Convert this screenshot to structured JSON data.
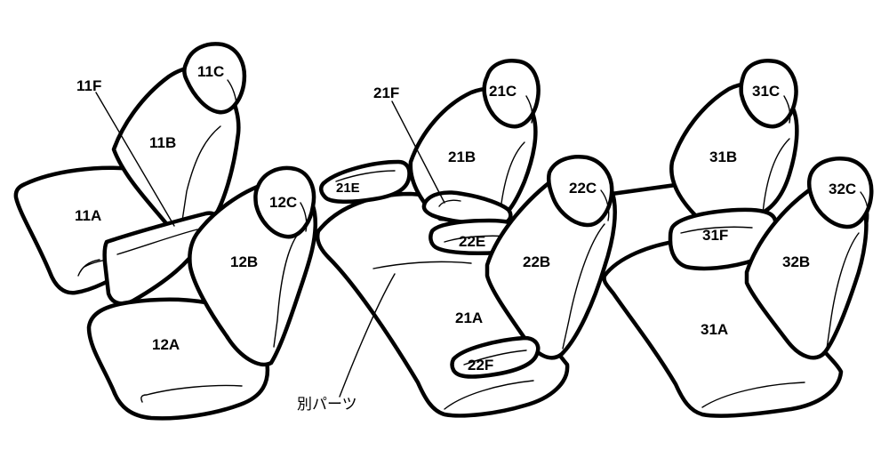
{
  "labels": {
    "l11C": "11C",
    "l11F": "11F",
    "l11B": "11B",
    "l11A": "11A",
    "l12C": "12C",
    "l12B": "12B",
    "l12A": "12A",
    "l21C": "21C",
    "l21F_top": "21F",
    "l21B": "21B",
    "l21E_top": "21E",
    "l22E": "22E",
    "l22C": "22C",
    "l22B": "22B",
    "l21A": "21A",
    "l22F": "22F",
    "l31C": "31C",
    "l31B": "31B",
    "l31F": "31F",
    "l32C": "32C",
    "l32B": "32B",
    "l31A": "31A"
  },
  "callout": {
    "separate_parts": "別パーツ"
  }
}
